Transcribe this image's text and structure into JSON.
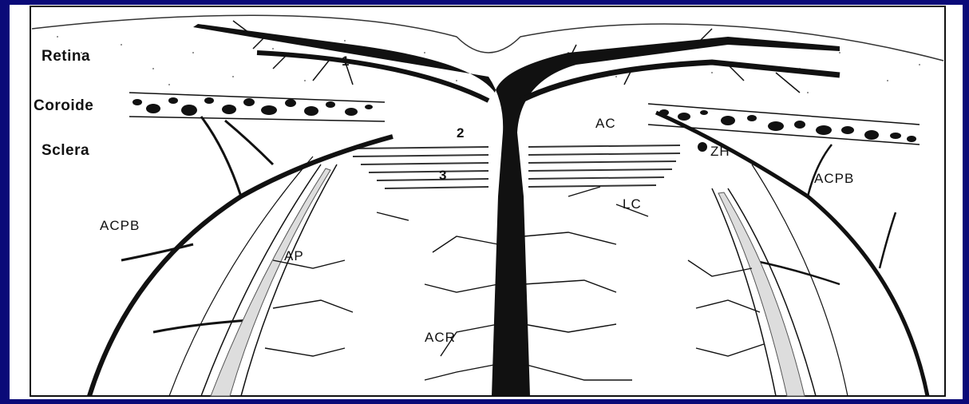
{
  "layers": {
    "retina": "Retina",
    "coroide": "Coroide",
    "sclera": "Sclera"
  },
  "labels": {
    "n1": "1",
    "n2": "2",
    "n3": "3",
    "ac": "AC",
    "zh": "ZH",
    "acpb_left": "ACPB",
    "acpb_right": "ACPB",
    "lc": "LC",
    "ap": "AP",
    "acr": "ACR"
  },
  "colors": {
    "background": "#0a0a78",
    "paper": "#ffffff",
    "ink": "#111111"
  }
}
